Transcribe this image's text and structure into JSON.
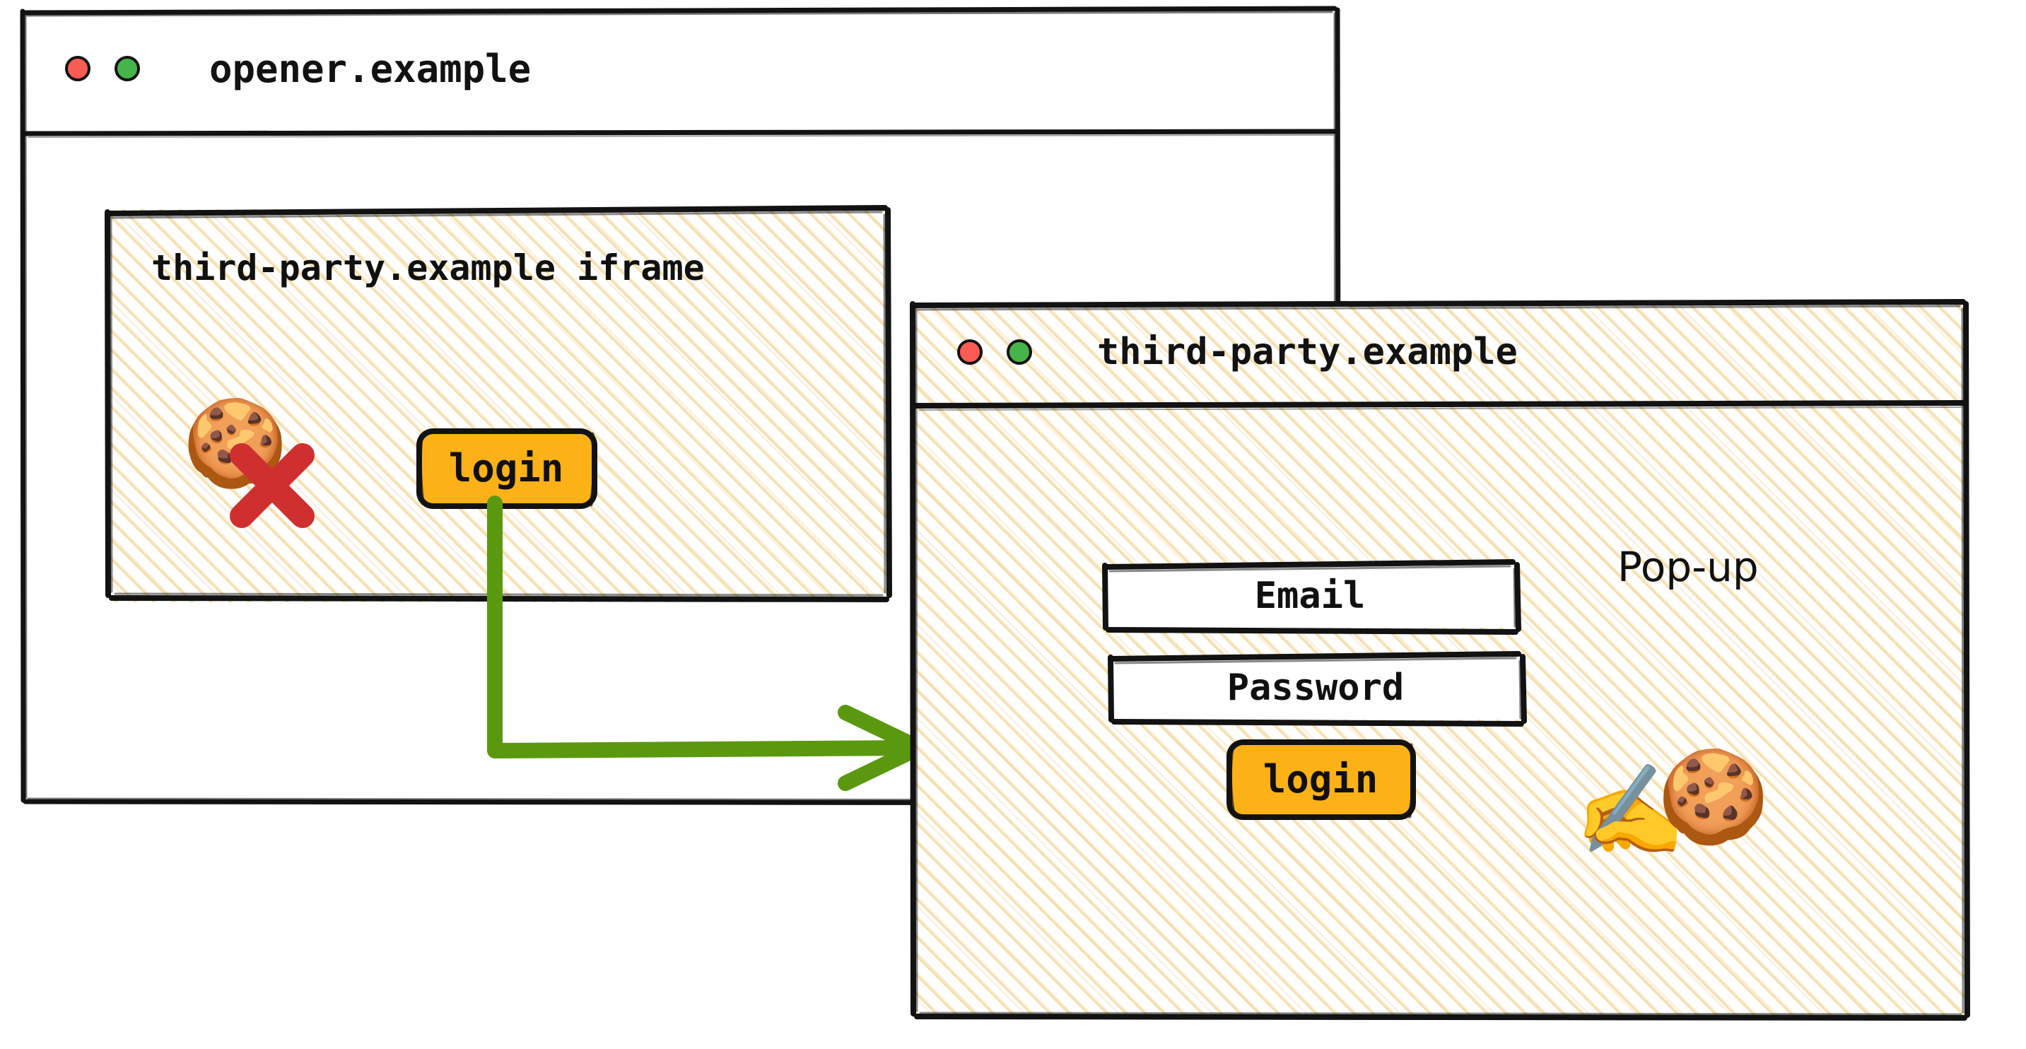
{
  "palette": {
    "ink": "#121212",
    "hatch_stripe": "#f4d89a",
    "button_amber": "#fcb116",
    "arrow_green": "#5a990f",
    "dot_red": "#f95c52",
    "dot_green": "#45b549",
    "cross_red": "#cf2f2f",
    "page_white": "#ffffff"
  },
  "opener_window": {
    "name": "opener.example browser window",
    "titlebar": {
      "title": "opener.example",
      "close_dot": "close-dot",
      "maximize_dot": "maximize-dot"
    },
    "iframe": {
      "label": "third-party.example iframe",
      "cookie_emoji": "🍪",
      "cookie_blocked_mark": "❌",
      "cookie_state": "blocked",
      "login_button": "login"
    }
  },
  "popup_window": {
    "name": "third-party.example pop-up window",
    "titlebar": {
      "title": "third-party.example",
      "close_dot": "close-dot",
      "maximize_dot": "maximize-dot"
    },
    "annotation": "Pop-up",
    "fields": [
      {
        "label": "Email",
        "type": "email"
      },
      {
        "label": "Password",
        "type": "password"
      }
    ],
    "login_button": "login",
    "writing_hand_emoji": "✍️",
    "cookie_emoji": "🍪",
    "cookie_state": "allowed"
  },
  "flow": {
    "arrow_label": "",
    "from": "iframe login button",
    "to": "third-party.example pop-up"
  }
}
